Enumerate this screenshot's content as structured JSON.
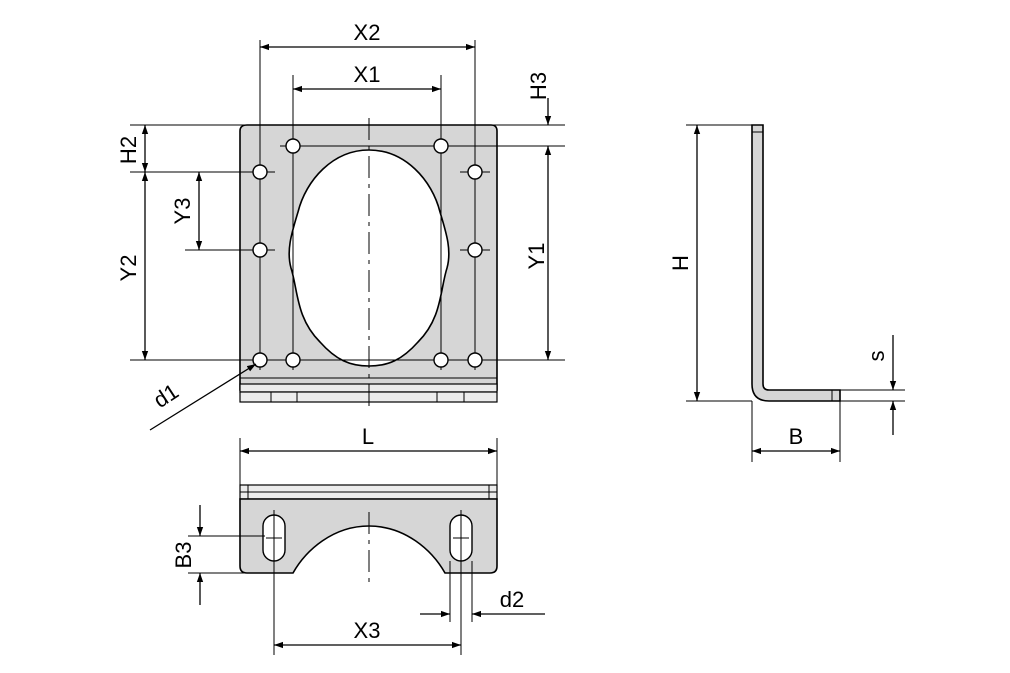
{
  "drawing": {
    "front_view": {
      "labels": {
        "x2": "X2",
        "x1": "X1",
        "h3": "H3",
        "h2": "H2",
        "y3": "Y3",
        "y2": "Y2",
        "y1": "Y1",
        "d1": "d1"
      }
    },
    "bottom_view": {
      "labels": {
        "l": "L",
        "b3": "B3",
        "x3": "X3",
        "d2": "d2"
      }
    },
    "side_view": {
      "labels": {
        "h": "H",
        "s": "s",
        "b": "B"
      }
    }
  }
}
